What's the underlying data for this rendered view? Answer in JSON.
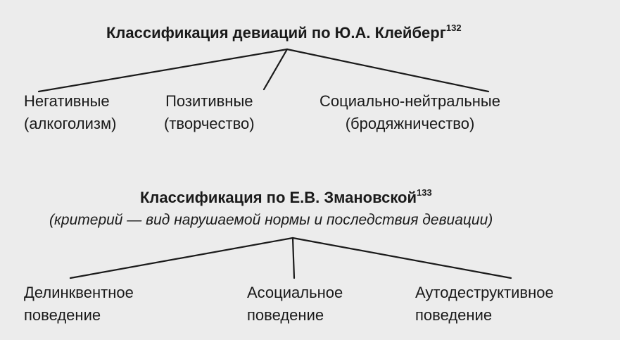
{
  "top": {
    "title": "Классификация девиаций по Ю.А. Клейберг",
    "footnote": "132",
    "children": [
      {
        "line1": "Негативные",
        "line2": "(алкоголизм)"
      },
      {
        "line1": "Позитивные",
        "line2": "(творчество)"
      },
      {
        "line1": "Социально-нейтральные",
        "line2": "(бродяжничество)"
      }
    ]
  },
  "bottom": {
    "title": "Классификация по Е.В. Змановской",
    "footnote": "133",
    "subtitle": "(критерий — вид нарушаемой нормы и последствия девиации)",
    "children": [
      {
        "line1": "Делинквентное",
        "line2": "поведение"
      },
      {
        "line1": "Асоциальное",
        "line2": "поведение"
      },
      {
        "line1": "Аутодеструктивное",
        "line2": "поведение"
      }
    ]
  }
}
